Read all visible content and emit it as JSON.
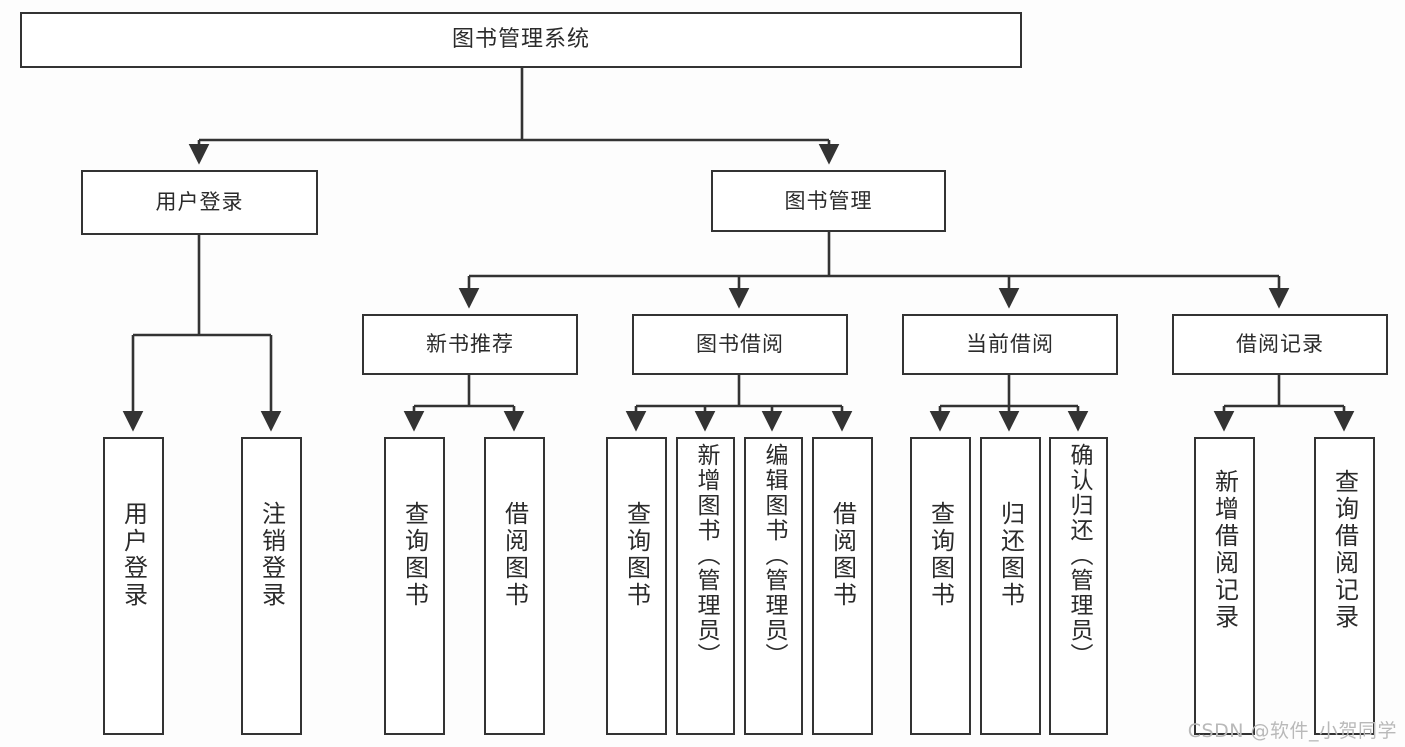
{
  "diagram": {
    "title": "图书管理系统",
    "type": "tree",
    "watermark": "CSDN @软件_小贺同学",
    "colors": {
      "background": "#fdfdfd",
      "node_fill": "#ffffff",
      "node_stroke": "#333333",
      "text": "#2b2b2b",
      "watermark": "#b9b9b9"
    },
    "levels": {
      "root": "图书管理系统",
      "level2": [
        "用户登录",
        "图书管理"
      ],
      "level3": [
        "新书推荐",
        "图书借阅",
        "当前借阅",
        "借阅记录"
      ]
    },
    "nodes": {
      "root": {
        "label": "图书管理系统"
      },
      "user_login": {
        "label": "用户登录"
      },
      "book_manage": {
        "label": "图书管理"
      },
      "new_book_rec": {
        "label": "新书推荐"
      },
      "book_borrow": {
        "label": "图书借阅"
      },
      "current_borrow": {
        "label": "当前借阅"
      },
      "borrow_record": {
        "label": "借阅记录"
      },
      "leaf_user_login": {
        "label": "用户登录"
      },
      "leaf_logout": {
        "label": "注销登录"
      },
      "leaf_query_book_1": {
        "label": "查询图书"
      },
      "leaf_borrow_book_1": {
        "label": "借阅图书"
      },
      "leaf_query_book_2": {
        "label": "查询图书"
      },
      "leaf_add_book": {
        "label": "新增图书（管理员）"
      },
      "leaf_edit_book": {
        "label": "编辑图书（管理员）"
      },
      "leaf_borrow_book_2": {
        "label": "借阅图书"
      },
      "leaf_query_book_3": {
        "label": "查询图书"
      },
      "leaf_return_book": {
        "label": "归还图书"
      },
      "leaf_confirm_return": {
        "label": "确认归还（管理员）"
      },
      "leaf_add_record": {
        "label": "新增借阅记录"
      },
      "leaf_query_record": {
        "label": "查询借阅记录"
      }
    },
    "edges": [
      {
        "from": "root",
        "to": "用户登录"
      },
      {
        "from": "root",
        "to": "图书管理"
      },
      {
        "from": "用户登录",
        "to": "用户登录(叶)"
      },
      {
        "from": "用户登录",
        "to": "注销登录"
      },
      {
        "from": "图书管理",
        "to": "新书推荐"
      },
      {
        "from": "图书管理",
        "to": "图书借阅"
      },
      {
        "from": "图书管理",
        "to": "当前借阅"
      },
      {
        "from": "图书管理",
        "to": "借阅记录"
      },
      {
        "from": "新书推荐",
        "to": "查询图书"
      },
      {
        "from": "新书推荐",
        "to": "借阅图书"
      },
      {
        "from": "图书借阅",
        "to": "查询图书"
      },
      {
        "from": "图书借阅",
        "to": "新增图书（管理员）"
      },
      {
        "from": "图书借阅",
        "to": "编辑图书（管理员）"
      },
      {
        "from": "图书借阅",
        "to": "借阅图书"
      },
      {
        "from": "当前借阅",
        "to": "查询图书"
      },
      {
        "from": "当前借阅",
        "to": "归还图书"
      },
      {
        "from": "当前借阅",
        "to": "确认归还（管理员）"
      },
      {
        "from": "借阅记录",
        "to": "新增借阅记录"
      },
      {
        "from": "借阅记录",
        "to": "查询借阅记录"
      }
    ]
  }
}
